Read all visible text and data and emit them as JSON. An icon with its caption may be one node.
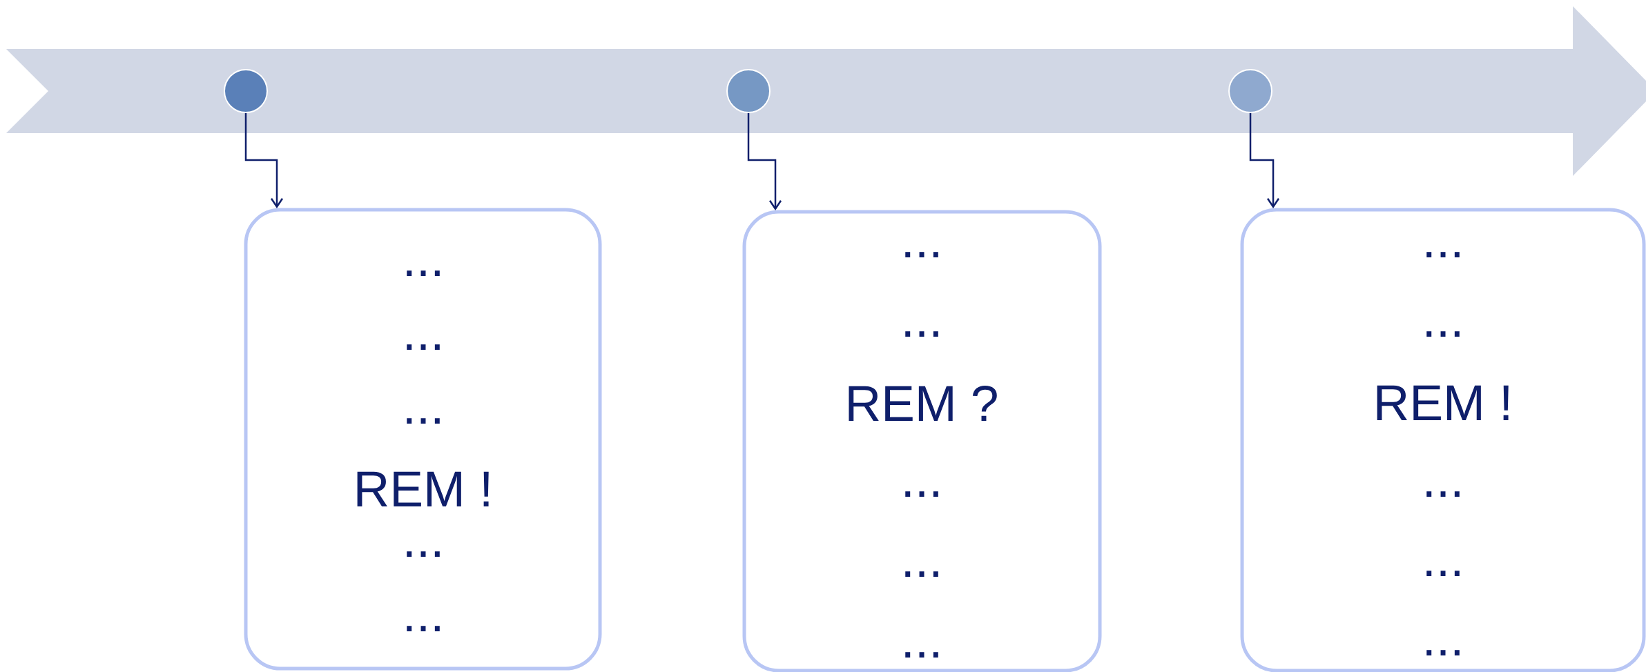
{
  "diagram": {
    "nodes": [
      {
        "text": [],
        "shape": "circle"
      },
      {
        "text": [],
        "shape": "circle"
      },
      {
        "text": [],
        "shape": "circle"
      },
      {
        "text": [
          "...",
          "...",
          "...",
          "REM !",
          "...",
          "..."
        ]
      },
      {
        "text": [
          "...",
          "...",
          "REM ?",
          "...",
          "...",
          "..."
        ]
      },
      {
        "text": [
          "...",
          "...",
          "REM !",
          "...",
          "...",
          "..."
        ]
      }
    ],
    "edges": [
      {
        "from": 0,
        "to": 3,
        "arrow": "to"
      },
      {
        "from": 1,
        "to": 4,
        "arrow": "to"
      },
      {
        "from": 2,
        "to": 5,
        "arrow": "to"
      }
    ]
  }
}
